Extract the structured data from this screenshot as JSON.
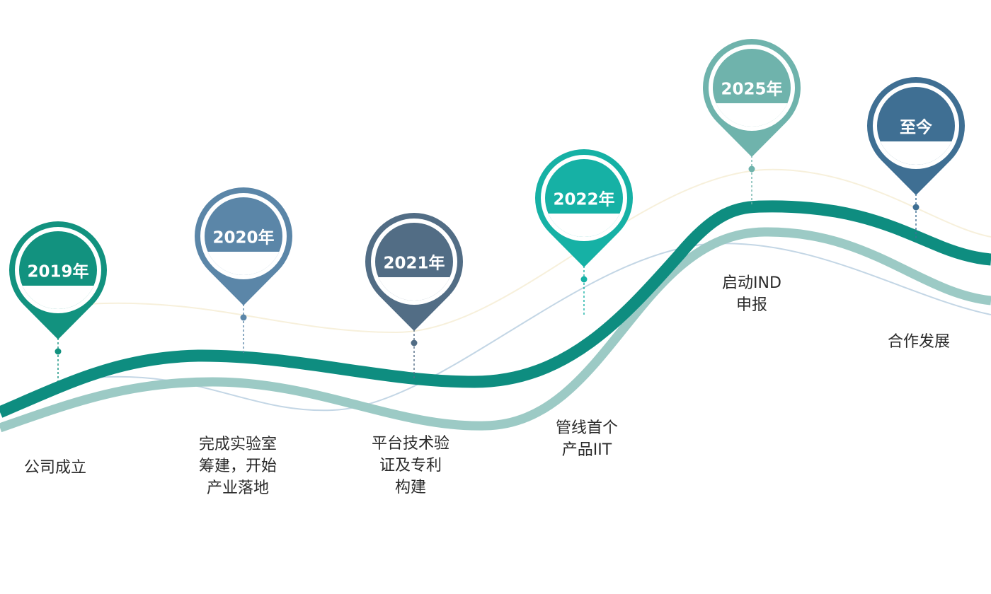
{
  "colors": {
    "main_wave": "#0e8d80",
    "light_wave": "#9ccac5",
    "thin_wave_blue": "#b8cfe0",
    "thin_wave_cream": "#f3e9cc"
  },
  "milestones": [
    {
      "year": "2019年",
      "desc": [
        "公司成立"
      ],
      "color": "#12927f"
    },
    {
      "year": "2020年",
      "desc": [
        "完成实验室",
        "筹建，开始",
        "产业落地"
      ],
      "color": "#5b86a8"
    },
    {
      "year": "2021年",
      "desc": [
        "平台技术验",
        "证及专利",
        "构建"
      ],
      "color": "#526d85"
    },
    {
      "year": "2022年",
      "desc": [
        "管线首个",
        "产品IIT"
      ],
      "color": "#16b1a5"
    },
    {
      "year": "2025年",
      "desc": [
        "启动IND",
        "申报"
      ],
      "color": "#6fb3ac"
    },
    {
      "year": "至今",
      "desc": [
        "合作发展"
      ],
      "color": "#3f6f93"
    }
  ]
}
